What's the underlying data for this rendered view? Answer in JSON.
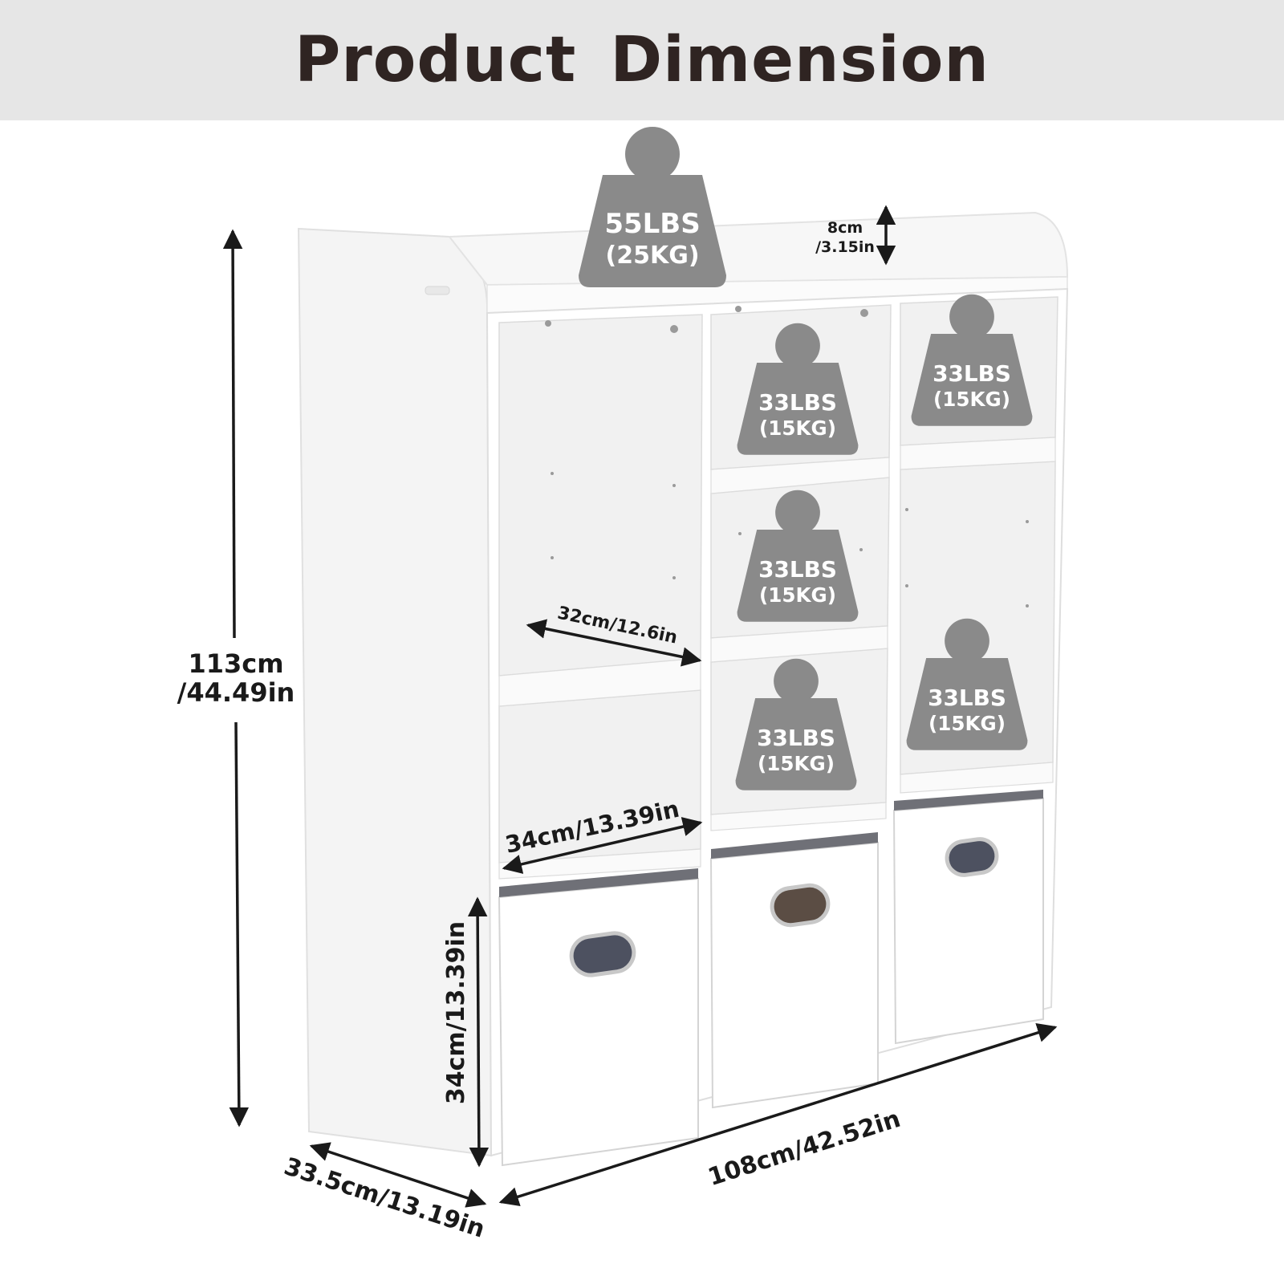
{
  "header": {
    "title": "Product Dimension"
  },
  "dimensions": {
    "height_cm": "113cm",
    "height_in": "/44.49in",
    "depth": "33.5cm/13.19in",
    "width": "108cm/42.52in",
    "bin_height": "34cm/13.39in",
    "shelf_depth": "32cm/12.6in",
    "shelf_width": "34cm/13.39in",
    "rail_cm": "8cm",
    "rail_in": "/3.15in"
  },
  "weights": {
    "top": {
      "lbs": "55LBS",
      "kg": "(25KG)"
    },
    "middle_top": {
      "lbs": "33LBS",
      "kg": "(15KG)"
    },
    "right_top": {
      "lbs": "33LBS",
      "kg": "(15KG)"
    },
    "middle_center": {
      "lbs": "33LBS",
      "kg": "(15KG)"
    },
    "middle_bottom": {
      "lbs": "33LBS",
      "kg": "(15KG)"
    },
    "right_bottom": {
      "lbs": "33LBS",
      "kg": "(15KG)"
    }
  },
  "colors": {
    "header_bg": "#e6e6e6",
    "title": "#2f2422",
    "weight_badge": "#8a8a8a",
    "cabinet": "#ffffff",
    "annotation": "#1a1a1a"
  }
}
